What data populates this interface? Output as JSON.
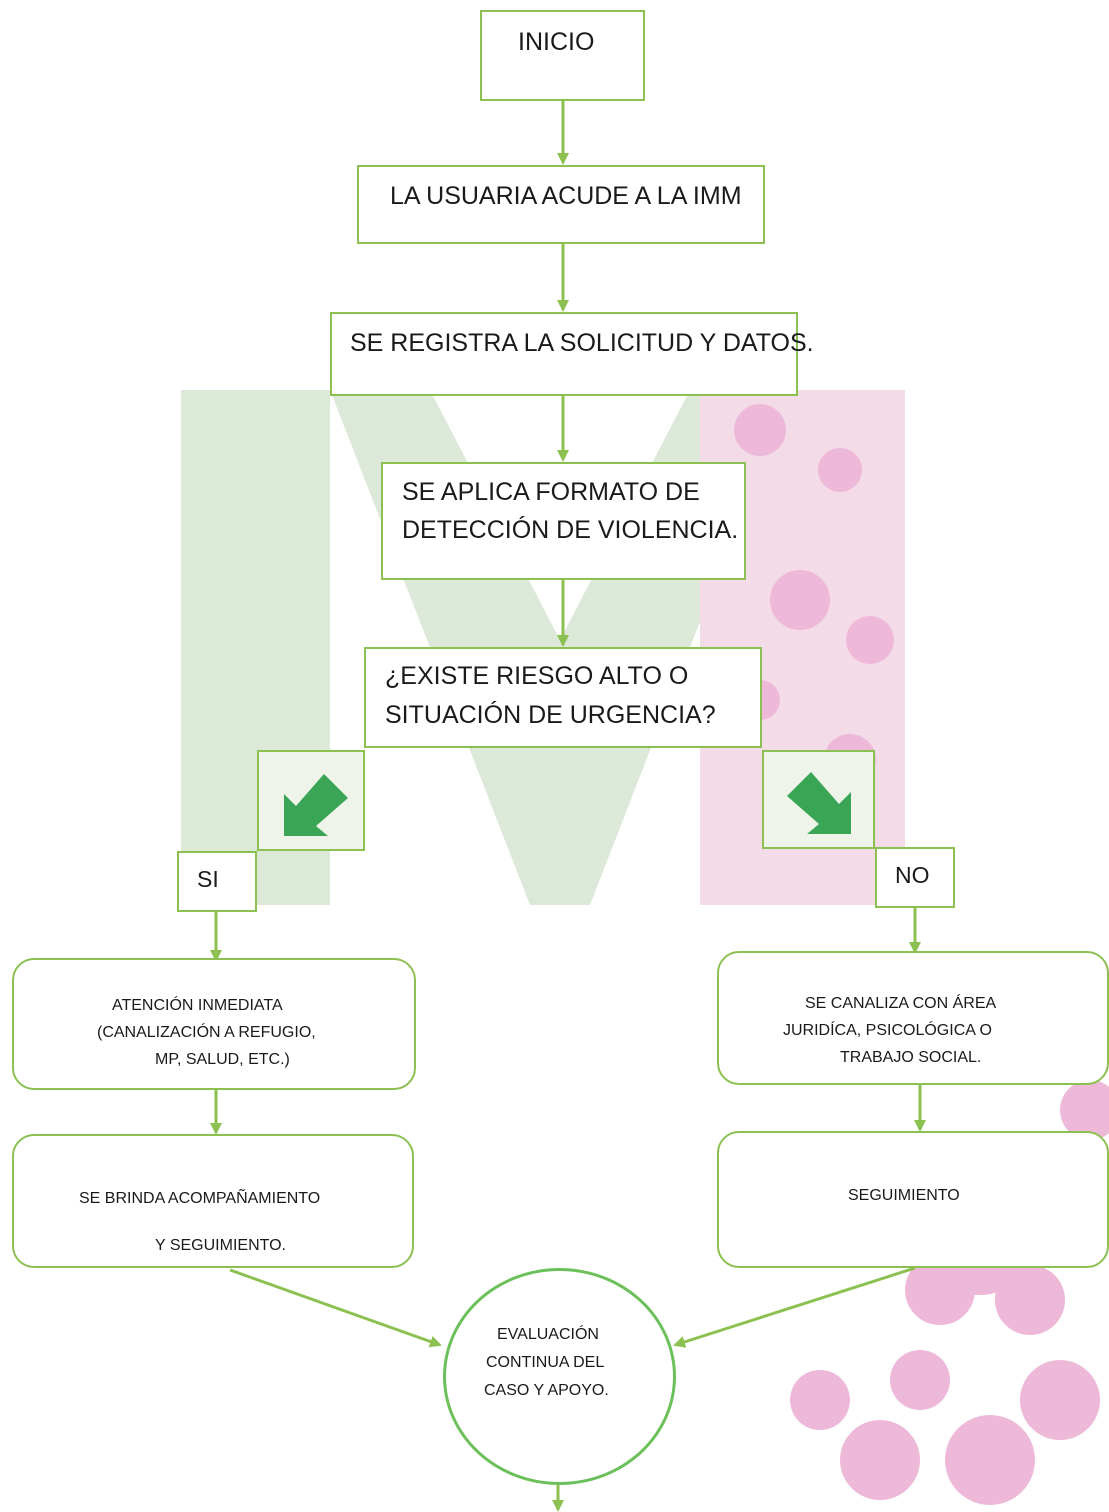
{
  "flow": {
    "start": "INICIO",
    "step1": "LA USUARIA ACUDE A LA IMM",
    "step2": "SE REGISTRA LA SOLICITUD Y DATOS.",
    "step3": [
      "SE APLICA FORMATO DE",
      "DETECCIÓN DE VIOLENCIA."
    ],
    "decision": [
      "¿EXISTE RIESGO ALTO O",
      "SITUACIÓN DE URGENCIA?"
    ],
    "yes_label": "SI",
    "no_label": "NO",
    "yes_step1": [
      "ATENCIÓN INMEDIATA",
      "(CANALIZACIÓN A REFUGIO,",
      "MP, SALUD, ETC.)"
    ],
    "yes_step2": [
      "SE BRINDA ACOMPAÑAMIENTO",
      "Y SEGUIMIENTO."
    ],
    "no_step1": [
      "SE CANALIZA CON ÁREA",
      "JURIDÍCA, PSICOLÓGICA O",
      "TRABAJO SOCIAL."
    ],
    "no_step2": "SEGUIMIENTO",
    "end": [
      "EVALUACIÓN",
      "CONTINUA DEL",
      "CASO Y APOYO."
    ]
  },
  "colors": {
    "connector": "#8cc152",
    "box_border": "#8cc152",
    "circle_border": "#6cc05a",
    "arrow_icon": "#3aa655",
    "watermark_green": "#dbe9d6",
    "watermark_pink": "#eeb8d8"
  },
  "icons": [
    "arrow-down-left-icon",
    "arrow-down-right-icon"
  ]
}
